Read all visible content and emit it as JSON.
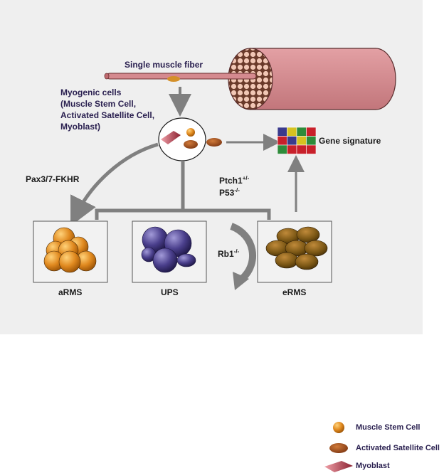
{
  "labels": {
    "single_muscle_fiber": "Single muscle fiber",
    "myogenic_title": "Myogenic cells",
    "myogenic_line2": "(Muscle Stem Cell,",
    "myogenic_line3": "Activated Satellite Cell,",
    "myogenic_line4": "Myoblast)",
    "gene_signature": "Gene signature",
    "pax": "Pax3/7-FKHR",
    "ptch_base": "Ptch1",
    "ptch_sup": "+/-",
    "p53_base": "P53",
    "p53_sup": "-/-",
    "rb1_base": "Rb1",
    "rb1_sup": "-/-",
    "arms": "aRMS",
    "ups": "UPS",
    "erms": "eRMS"
  },
  "legend": {
    "stem": "Muscle Stem Cell",
    "satellite": "Activated Satellite Cell",
    "myoblast": "Myoblast"
  },
  "colors": {
    "panel_bg": "#efefef",
    "fiber": "#d58a8f",
    "arrow": "#808080",
    "arms_cell": "#e08a22",
    "ups_cell": "#4a3f8c",
    "erms_cell": "#7a5614",
    "label_text": "#2a2050"
  },
  "gene_signature_grid": [
    [
      "#3a3a8c",
      "#d6c220",
      "#2e8b3a",
      "#c8202a"
    ],
    [
      "#c8202a",
      "#3a3a8c",
      "#d6c220",
      "#2e8b3a"
    ],
    [
      "#2e8b3a",
      "#c8202a",
      "#c8202a",
      "#c8202a"
    ]
  ]
}
